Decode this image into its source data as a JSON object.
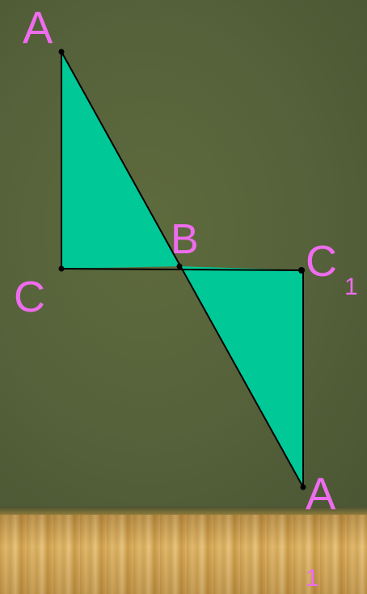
{
  "diagram": {
    "fill_color": "#00c896",
    "stroke_color": "#000000",
    "label_color": "#ee6cee",
    "labels": {
      "A_top": "A",
      "B": "B",
      "C": "C",
      "C1_main": "C",
      "C1_sub": "1",
      "A_bottom": "A",
      "A1_sub": "1"
    }
  }
}
